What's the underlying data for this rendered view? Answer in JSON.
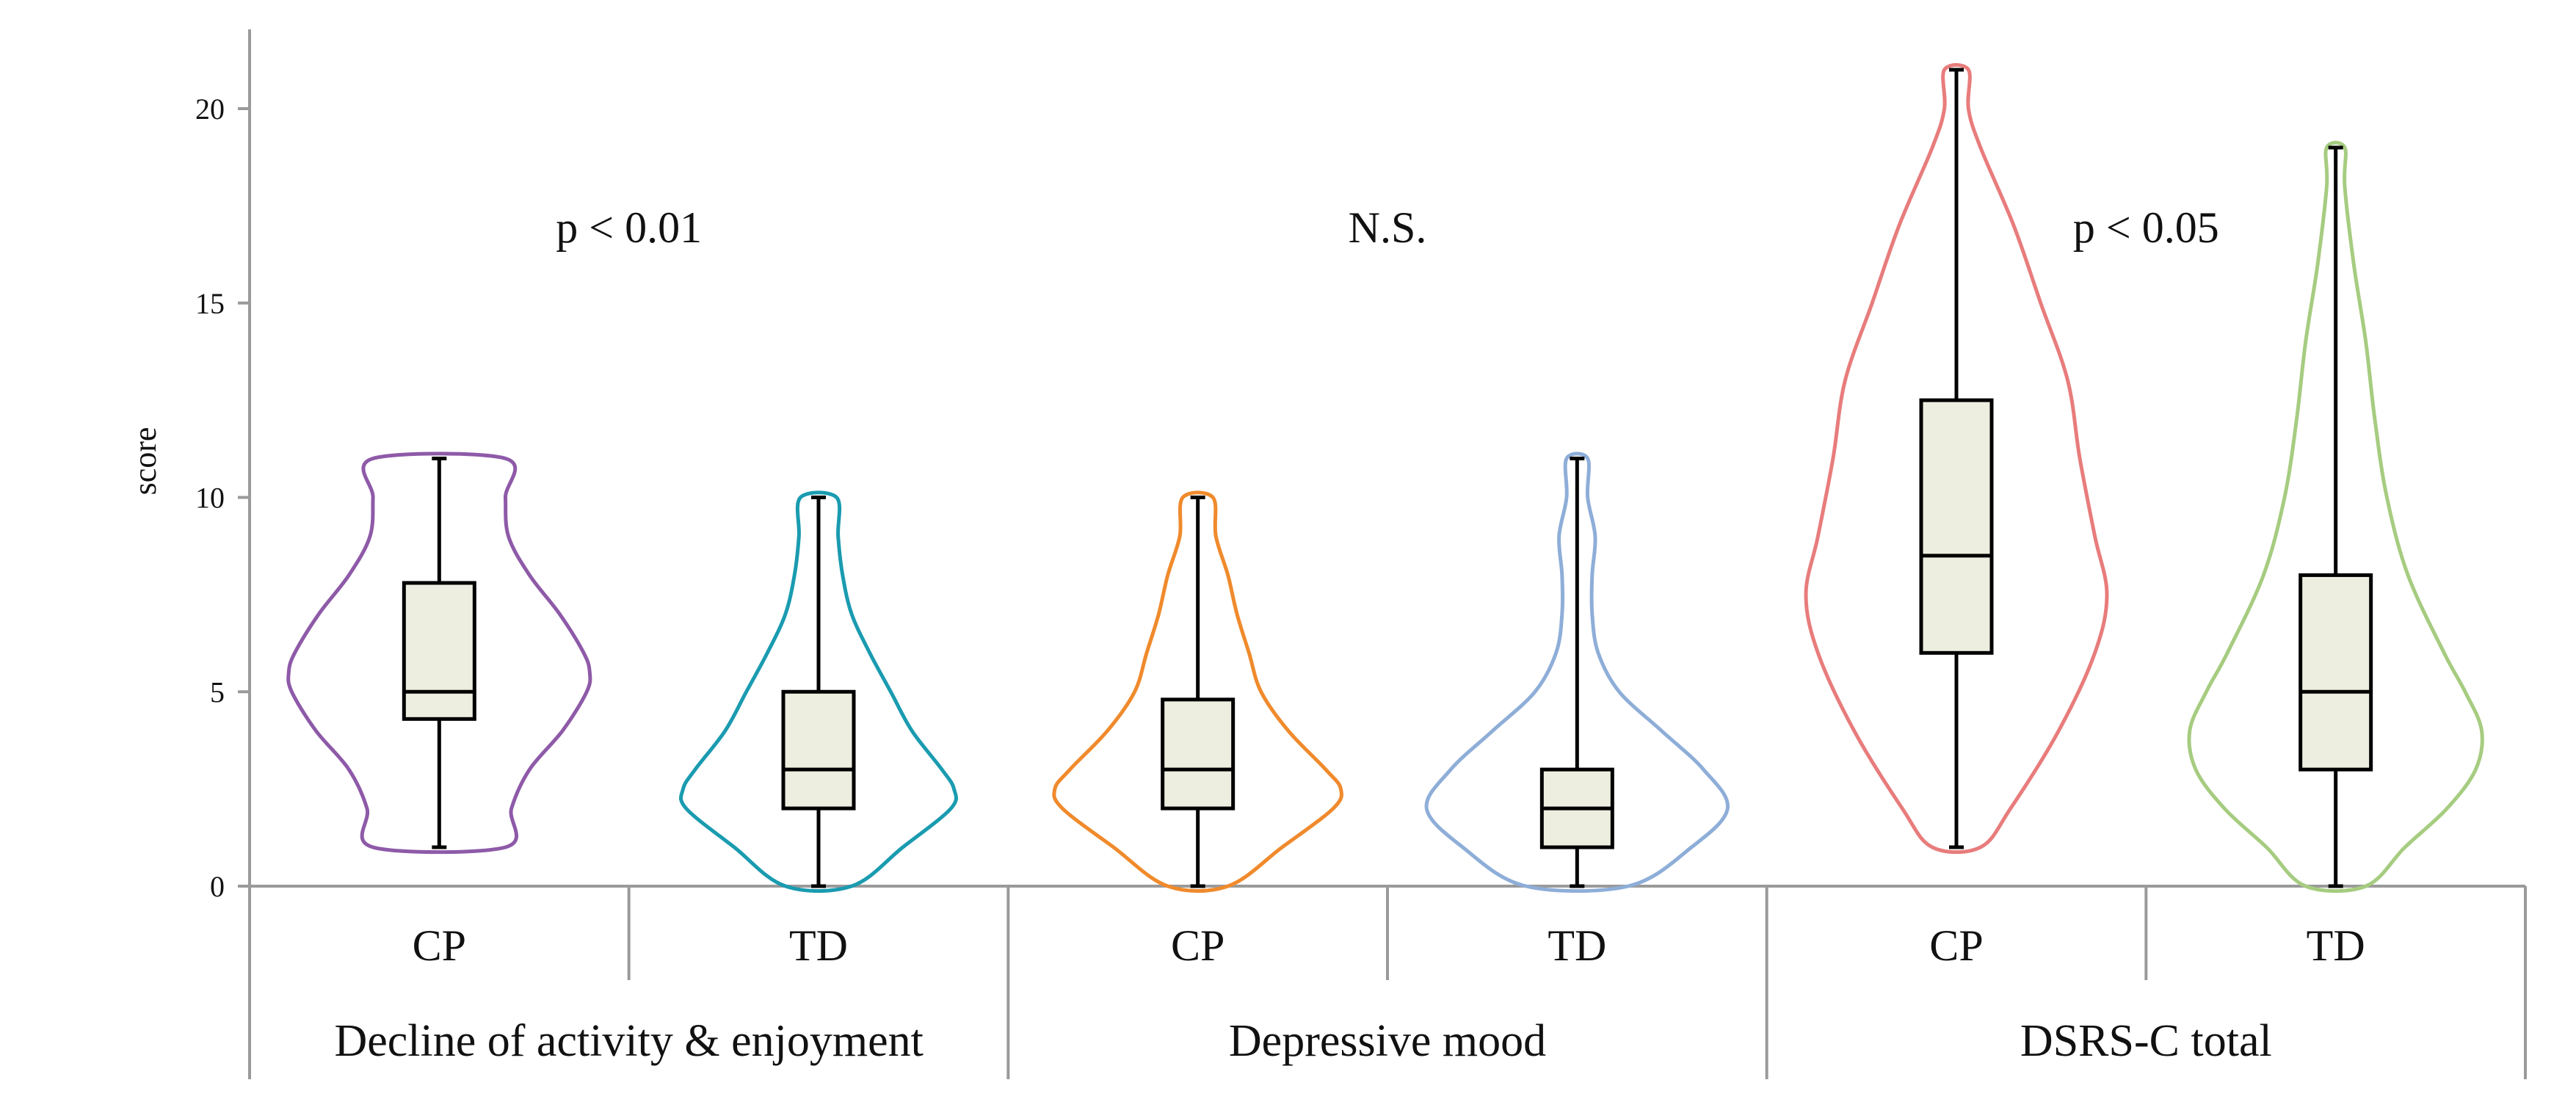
{
  "chart_data": {
    "type": "violin",
    "ylabel": "score",
    "ylim": [
      0,
      21
    ],
    "yticks": [
      0,
      5,
      10,
      15,
      20
    ],
    "groups": [
      {
        "label": "Decline of activity & enjoyment",
        "annotation": "p < 0.01"
      },
      {
        "label": "Depressive mood",
        "annotation": "N.S."
      },
      {
        "label": "DSRS-C total",
        "annotation": "p < 0.05"
      }
    ],
    "series": [
      {
        "group": 0,
        "category": "CP",
        "color": "#8e5aa8",
        "violin": [
          [
            1,
            0.44
          ],
          [
            2,
            0.48
          ],
          [
            3,
            0.6
          ],
          [
            4,
            0.82
          ],
          [
            5,
            0.98
          ],
          [
            5.5,
            1.0
          ],
          [
            6,
            0.96
          ],
          [
            7,
            0.8
          ],
          [
            8,
            0.6
          ],
          [
            9,
            0.46
          ],
          [
            10,
            0.44
          ],
          [
            11,
            0.44
          ]
        ],
        "box": {
          "min": 1,
          "q1": 4.3,
          "median": 5,
          "q3": 7.8,
          "max": 11
        }
      },
      {
        "group": 0,
        "category": "TD",
        "color": "#1a9bb0",
        "violin": [
          [
            0,
            0.22
          ],
          [
            1,
            0.56
          ],
          [
            2,
            0.88
          ],
          [
            2.5,
            0.9
          ],
          [
            3,
            0.82
          ],
          [
            4,
            0.62
          ],
          [
            5,
            0.48
          ],
          [
            6,
            0.34
          ],
          [
            7,
            0.22
          ],
          [
            8,
            0.16
          ],
          [
            9,
            0.13
          ],
          [
            10,
            0.12
          ]
        ],
        "box": {
          "min": 0,
          "q1": 2,
          "median": 3,
          "q3": 5,
          "max": 10
        }
      },
      {
        "group": 1,
        "category": "CP",
        "color": "#f08a2c",
        "violin": [
          [
            0,
            0.2
          ],
          [
            1,
            0.56
          ],
          [
            2,
            0.9
          ],
          [
            2.5,
            0.95
          ],
          [
            3,
            0.85
          ],
          [
            4,
            0.6
          ],
          [
            5,
            0.42
          ],
          [
            6,
            0.34
          ],
          [
            7,
            0.26
          ],
          [
            8,
            0.2
          ],
          [
            9,
            0.12
          ],
          [
            10,
            0.1
          ]
        ],
        "box": {
          "min": 0,
          "q1": 2,
          "median": 3,
          "q3": 4.8,
          "max": 10
        }
      },
      {
        "group": 1,
        "category": "TD",
        "color": "#8eaed8",
        "violin": [
          [
            0,
            0.34
          ],
          [
            1,
            0.76
          ],
          [
            2,
            1.0
          ],
          [
            3,
            0.84
          ],
          [
            4,
            0.56
          ],
          [
            5,
            0.28
          ],
          [
            6,
            0.14
          ],
          [
            7,
            0.1
          ],
          [
            8,
            0.1
          ],
          [
            9,
            0.12
          ],
          [
            10,
            0.07
          ],
          [
            11,
            0.07
          ]
        ],
        "box": {
          "min": 0,
          "q1": 1,
          "median": 2,
          "q3": 3,
          "max": 11
        }
      },
      {
        "group": 2,
        "category": "CP",
        "color": "#e87c7c",
        "violin": [
          [
            1,
            0.16
          ],
          [
            2,
            0.36
          ],
          [
            4,
            0.68
          ],
          [
            6,
            0.92
          ],
          [
            7.5,
            1.0
          ],
          [
            9,
            0.92
          ],
          [
            11,
            0.82
          ],
          [
            13,
            0.74
          ],
          [
            15,
            0.56
          ],
          [
            17,
            0.38
          ],
          [
            19,
            0.16
          ],
          [
            20,
            0.08
          ],
          [
            21,
            0.08
          ]
        ],
        "box": {
          "min": 1,
          "q1": 6,
          "median": 8.5,
          "q3": 12.5,
          "max": 21
        }
      },
      {
        "group": 2,
        "category": "TD",
        "color": "#a6cc80",
        "violin": [
          [
            0,
            0.2
          ],
          [
            1,
            0.46
          ],
          [
            2,
            0.74
          ],
          [
            3,
            0.93
          ],
          [
            4,
            0.97
          ],
          [
            5,
            0.86
          ],
          [
            6,
            0.72
          ],
          [
            8,
            0.48
          ],
          [
            10,
            0.34
          ],
          [
            12,
            0.26
          ],
          [
            14,
            0.2
          ],
          [
            16,
            0.12
          ],
          [
            18,
            0.06
          ],
          [
            19,
            0.06
          ]
        ],
        "box": {
          "min": 0,
          "q1": 3,
          "median": 5,
          "q3": 8,
          "max": 19
        }
      }
    ]
  }
}
